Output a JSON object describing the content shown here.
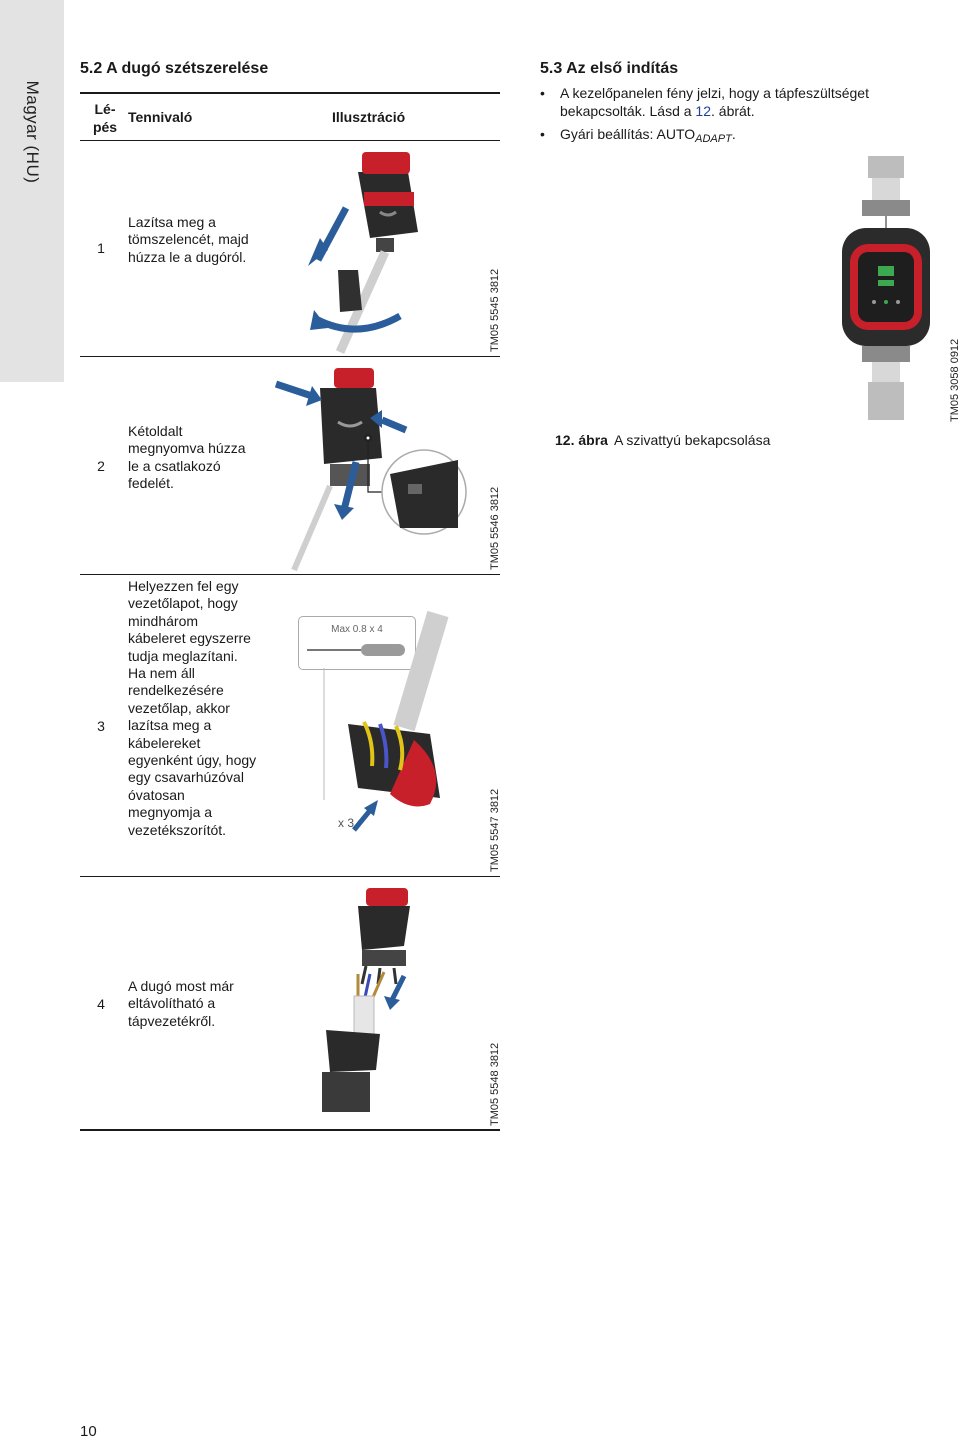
{
  "side_tab": {
    "label": "Magyar (HU)"
  },
  "section_52": {
    "title": "5.2 A dugó szétszerelése",
    "table": {
      "headers": {
        "step": "Lé-\npés",
        "todo": "Tennivaló",
        "illustration": "Illusztráció"
      },
      "rows": [
        {
          "step": "1",
          "text": "Lazítsa meg a tömszelencét, majd húzza le a dugóról.",
          "code": "TM05 5545 3812"
        },
        {
          "step": "2",
          "text": "Kétoldalt megnyomva húzza le a csatlakozó fedelét.",
          "code": "TM05 5546 3812"
        },
        {
          "step": "3",
          "text": "Helyezzen fel egy vezetőlapot, hogy mindhárom kábeleret egyszerre tudja meglazítani. Ha nem áll rendelkezésére vezetőlap, akkor lazítsa meg a kábelereket egyenként úgy, hogy egy csavarhúzóval óvatosan megnyomja a vezetékszorítót.",
          "code": "TM05 5547 3812",
          "screwdriver_label": "Max 0.8 x 4",
          "multiplier_label": "x 3"
        },
        {
          "step": "4",
          "text": "A dugó most már eltávolítható a tápvezetékről.",
          "code": "TM05 5548 3812"
        }
      ]
    }
  },
  "section_53": {
    "title": "5.3 Az első indítás",
    "bullet_1_pre": "A kezelőpanelen fény jelzi, hogy a tápfeszültséget bekapcsolták. Lásd a ",
    "bullet_1_link": "12",
    "bullet_1_post": ". ábrát.",
    "bullet_2_pre": "Gyári beállítás: AUTO",
    "bullet_2_sub": "ADAPT",
    "bullet_2_post": ".",
    "figure": {
      "code": "TM05 3058 0912",
      "number": "12. ábra",
      "caption": "A szivattyú bekapcsolása"
    }
  },
  "page_number": "10",
  "colors": {
    "connector_red": "#c8202a",
    "arrow_blue": "#2a5d9a",
    "tab_gray": "#e3e3e3"
  }
}
